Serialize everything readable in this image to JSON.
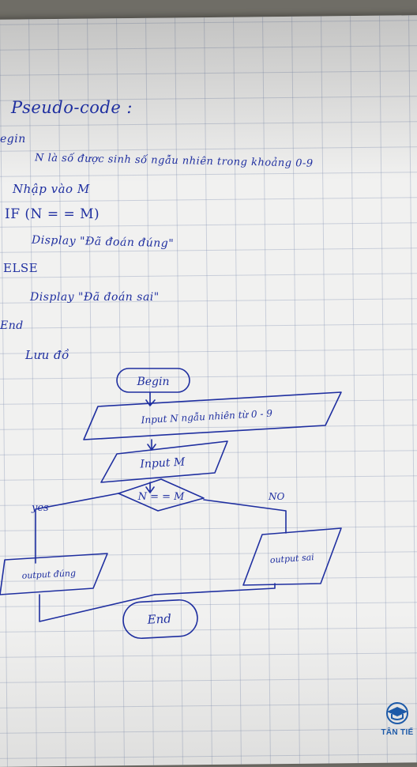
{
  "pseudocode": {
    "heading": "Pseudo-code :",
    "lines": [
      "egin",
      "N là số được sinh số ngẫu nhiên trong khoảng 0-9",
      "Nhập vào M",
      "IF (N = = M)",
      "Display \"Đã đoán đúng\"",
      "ELSE",
      "Display \"Đã đoán sai\"",
      "End"
    ]
  },
  "flowchart": {
    "heading": "Lưu đồ",
    "start": "Begin",
    "input_n": "Input N ngẫu nhiên từ 0 - 9",
    "input_m": "Input M",
    "decision": "N = = M",
    "yes": "yes",
    "no": "NO",
    "output_true": "output đúng",
    "output_false": "output sai",
    "end": "End"
  },
  "logo": {
    "text": "TÂN TIẾ",
    "color": "#1d5aa8"
  },
  "ink_color": "#1f2fa0"
}
